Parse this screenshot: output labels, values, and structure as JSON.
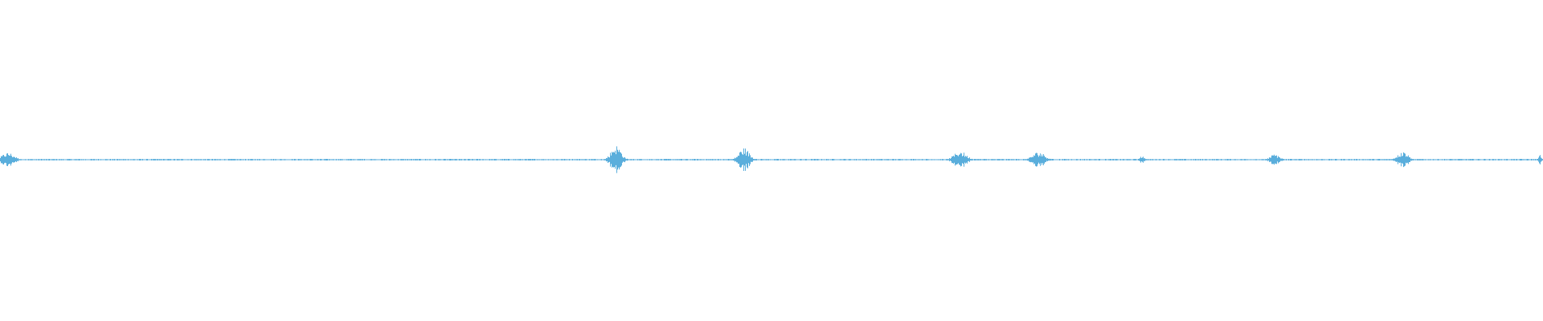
{
  "waveform": {
    "color": "#5aaedc",
    "background": "#ffffff",
    "duration_fraction_bursts": [
      {
        "center": 0.005,
        "amplitude": 0.045,
        "spread": 0.012
      },
      {
        "center": 0.399,
        "amplitude": 0.09,
        "spread": 0.01
      },
      {
        "center": 0.482,
        "amplitude": 0.075,
        "spread": 0.01
      },
      {
        "center": 0.622,
        "amplitude": 0.055,
        "spread": 0.012
      },
      {
        "center": 0.673,
        "amplitude": 0.05,
        "spread": 0.012
      },
      {
        "center": 0.74,
        "amplitude": 0.025,
        "spread": 0.004
      },
      {
        "center": 0.826,
        "amplitude": 0.035,
        "spread": 0.009
      },
      {
        "center": 0.909,
        "amplitude": 0.05,
        "spread": 0.01
      },
      {
        "center": 0.998,
        "amplitude": 0.03,
        "spread": 0.003
      }
    ],
    "baseline_amplitude": 0.004
  }
}
